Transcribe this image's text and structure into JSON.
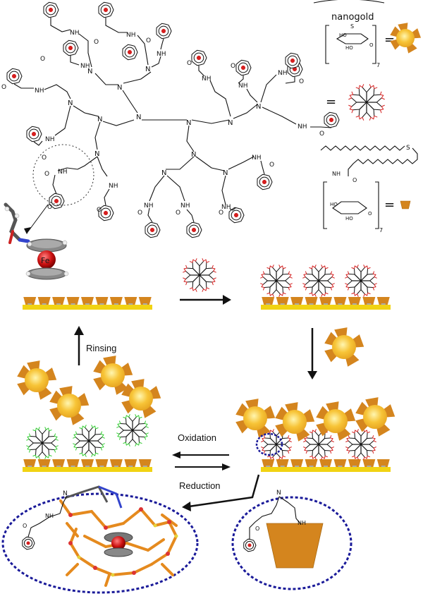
{
  "labels": {
    "nanogold": "nanogold",
    "rinsing": "Rinsing",
    "oxidation": "Oxidation",
    "reduction": "Reduction",
    "fe": "Fe",
    "equals": "=",
    "subscript7": "7",
    "ho": "HO",
    "nh": "NH",
    "n": "N",
    "o": "O",
    "s": "S",
    "h": "H"
  },
  "colors": {
    "cyclodextrin": "#d4851e",
    "gold_surface": "#f1d313",
    "nanogold_core": "#f7c437",
    "dendrimer_reduced_tip": "#d42020",
    "dendrimer_oxidized_tip": "#33cc33",
    "dendrimer_core": "#111111",
    "ferrocene_dot": "#d61f1f",
    "highlight_circle": "#1a1a99",
    "iron_atom": "#cc1111"
  },
  "icons": {
    "ferrocene": "ferrocene-unit-icon",
    "cyclodextrin": "cyclodextrin-cup-icon",
    "nanoparticle": "gold-nanoparticle-icon",
    "dendrimer": "ferrocenyl-dendrimer-icon"
  }
}
